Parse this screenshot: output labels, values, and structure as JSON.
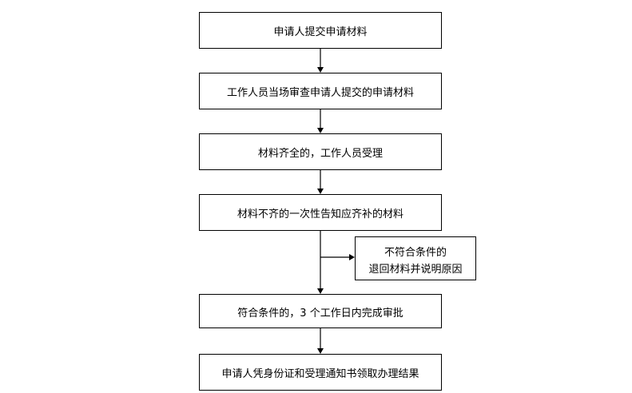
{
  "steps": [
    "申请人提交申请材料",
    "工作人员当场审查申请人提交的申请材料",
    "材料齐全的，工作人员受理",
    "材料不齐的一次性告知应齐补的材料",
    "符合条件的，3 个工作日内完成审批",
    "申请人凭身份证和受理通知书领取办理结果"
  ],
  "side_box": {
    "line1": "不符合条件的",
    "line2": "退回材料并说明原因"
  }
}
